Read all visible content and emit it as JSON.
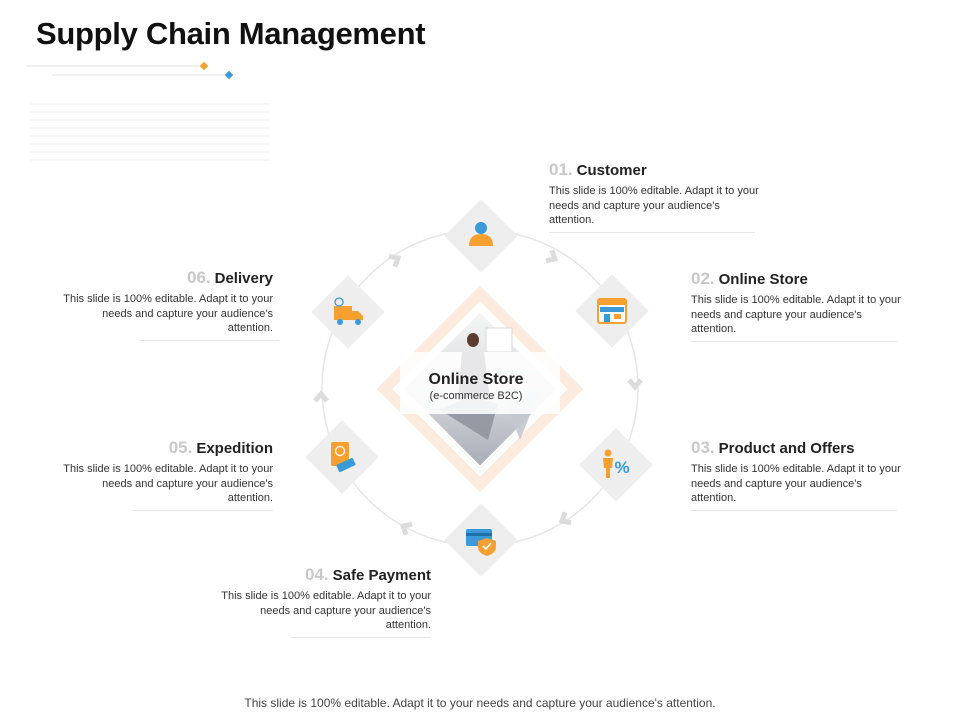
{
  "title": "Supply Chain Management",
  "center": {
    "title": "Online Store",
    "subtitle": "(e-commerce B2C)"
  },
  "steps": [
    {
      "num": "01.",
      "label": "Customer",
      "desc": "This slide is 100% editable. Adapt it to your needs and capture your audience's attention.",
      "icon": "user-icon"
    },
    {
      "num": "02.",
      "label": "Online Store",
      "desc": "This slide is 100% editable. Adapt it to your needs and capture your audience's attention.",
      "icon": "storefront-icon"
    },
    {
      "num": "03.",
      "label": "Product and Offers",
      "desc": "This slide is 100% editable. Adapt it to your needs and capture your audience's attention.",
      "icon": "person-percent-icon"
    },
    {
      "num": "04.",
      "label": "Safe Payment",
      "desc": "This slide is 100% editable. Adapt it to your needs and capture your audience's attention.",
      "icon": "credit-card-shield-icon"
    },
    {
      "num": "05.",
      "label": "Expedition",
      "desc": "This slide is 100% editable. Adapt it to your needs and capture your audience's attention.",
      "icon": "passport-ticket-icon"
    },
    {
      "num": "06.",
      "label": "Delivery",
      "desc": "This slide is 100% editable. Adapt it to your needs and capture your audience's attention.",
      "icon": "delivery-truck-icon"
    }
  ],
  "footer": "This slide is 100% editable. Adapt it to your needs and capture your audience's attention.",
  "colors": {
    "accent_blue": "#3a9ad9",
    "accent_orange": "#f5a030",
    "diamond_gray": "#eeeeee",
    "center_frame": "#fbe3cf"
  }
}
